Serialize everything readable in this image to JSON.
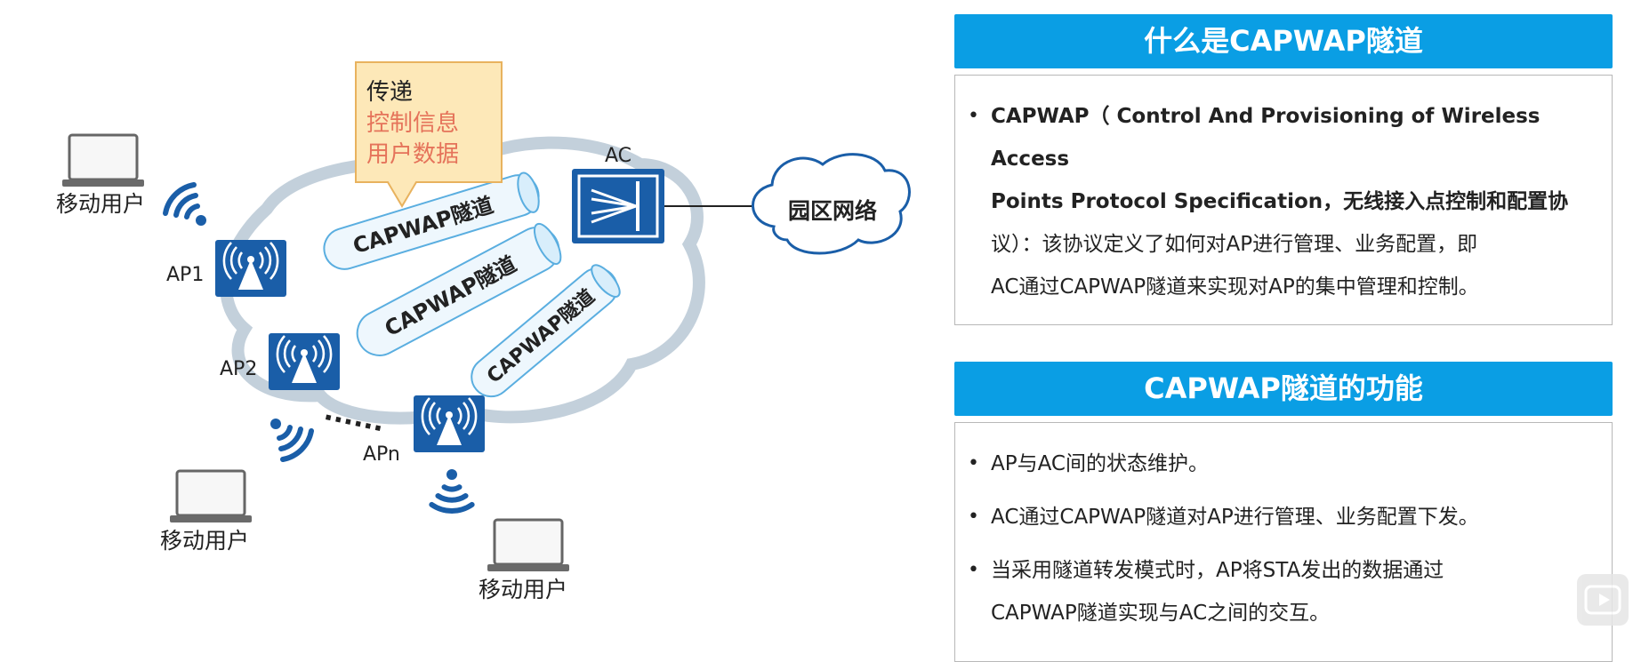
{
  "diagram": {
    "callout": {
      "line1": "传递",
      "line2": "控制信息",
      "line3": "用户数据"
    },
    "ac_label": "AC",
    "campus_cloud": "园区网络",
    "tunnel_label": "CAPWAP隧道",
    "ap_labels": [
      "AP1",
      "AP2",
      "APn"
    ],
    "mobile_user": "移动用户",
    "dots": "......",
    "colors": {
      "device_blue": "#1a5ea8",
      "cloud_gray": "#c3d0db",
      "tunnel_fill": "#eef7fd",
      "tunnel_stroke": "#5aaee0",
      "callout_fill": "#fde8b8",
      "callout_stroke": "#e8b25e",
      "callout_red": "#e5735a"
    }
  },
  "panel1": {
    "header": "什么是CAPWAP隧道",
    "lines": [
      "CAPWAP（ Control And Provisioning of Wireless Access",
      "Points Protocol Specification，无线接入点控制和配置协",
      "议）：该协议定义了如何对AP进行管理、业务配置，即",
      "AC通过CAPWAP隧道来实现对AP的集中管理和控制。"
    ]
  },
  "panel2": {
    "header": "CAPWAP隧道的功能",
    "items": [
      "AP与AC间的状态维护。",
      "AC通过CAPWAP隧道对AP进行管理、业务配置下发。",
      "当采用隧道转发模式时，AP将STA发出的数据通过",
      "CAPWAP隧道实现与AC之间的交互。"
    ]
  }
}
